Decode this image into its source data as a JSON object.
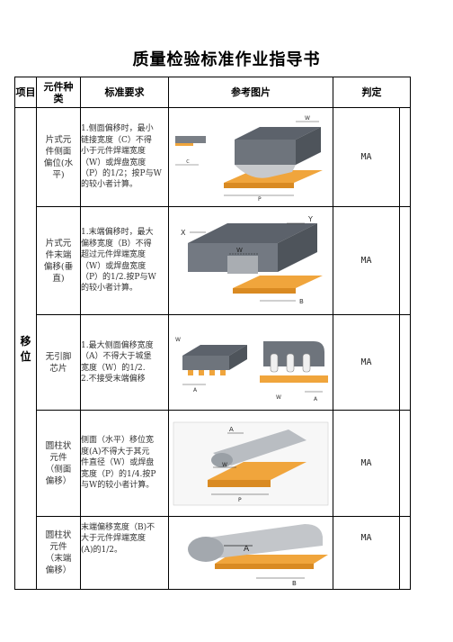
{
  "title": "质量检验标准作业指导书",
  "headers": {
    "item": "项目",
    "component_type": [
      "元件种",
      "类"
    ],
    "standard": "标准要求",
    "reference": "参考图片",
    "verdict": "判定"
  },
  "category": "移位",
  "rows": [
    {
      "type": [
        "片式元",
        "件侧面",
        "偏位(水",
        "平)"
      ],
      "req": [
        "1.侧面偏移时，最小",
        "链接宽度（C）不得",
        "小于元件焊端宽度",
        "（W）或焊盘宽度",
        "（P）的1/2；按P与W",
        "的较小者计算。"
      ],
      "verdict": "MA",
      "labels": {
        "w": "W",
        "c": "C",
        "p": "P"
      }
    },
    {
      "type": [
        "片式元",
        "件末端",
        "偏移(垂",
        "直)"
      ],
      "req": [
        "1.末端偏移时，最大",
        "偏移宽度（B）不得",
        "超过元件焊端宽度",
        "（W）或焊盘宽度",
        "（P）的1/2.按P与W",
        "的较小者计算。"
      ],
      "verdict": "MA",
      "labels": {
        "x": "X",
        "y": "Y",
        "w": "W",
        "b": "B"
      }
    },
    {
      "type": [
        "无引脚",
        "芯片"
      ],
      "req": [
        "1.最大侧面偏移宽度",
        "（A）不得大于城堡",
        "宽度（W）的1/2.",
        "2.不接受末端偏移"
      ],
      "verdict": "MA",
      "labels": {
        "w": "W",
        "a": "A",
        "w2": "W",
        "a2": "A"
      }
    },
    {
      "type": [
        "圆柱状",
        "元件",
        "（侧面",
        "偏移）"
      ],
      "req": [
        "侧面（水平）移位宽",
        "度(A)不得大于其元",
        "件直径（W）或焊盘",
        "宽度（P）的1/4.按P",
        "与W的较小者计算。"
      ],
      "verdict": "MA",
      "labels": {
        "a": "A",
        "w": "W",
        "p": "P"
      }
    },
    {
      "type": [
        "圆柱状",
        "元件",
        "（末端",
        "偏移）"
      ],
      "req": [
        "末端偏移宽度（B)不",
        "大于元件焊端宽度",
        "(A)的1/2。"
      ],
      "verdict": "MA",
      "labels": {
        "a": "A",
        "b": "B"
      }
    }
  ]
}
